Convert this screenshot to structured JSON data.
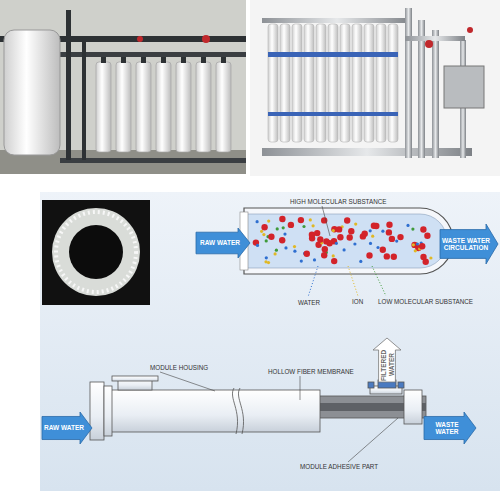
{
  "diagram": {
    "nodes": [
      {
        "text": [
          "RAW WATER"
        ]
      },
      {
        "text": [
          "WASTE WATER CIRCULATION"
        ]
      },
      {
        "text": [
          "FILTERED WATER"
        ]
      },
      {
        "text": [
          "RAW WATER"
        ]
      },
      {
        "text": [
          "WASTE WATER"
        ]
      }
    ],
    "labels": [
      "HIGH MOLECULAR SUBSTANCE",
      "WATER",
      "ION",
      "LOW MOLECULAR SUBSTANCE",
      "MODULE HOUSING",
      "HOLLOW FIBER MEMBRANE",
      "MODULE ADHESIVE PART"
    ]
  }
}
